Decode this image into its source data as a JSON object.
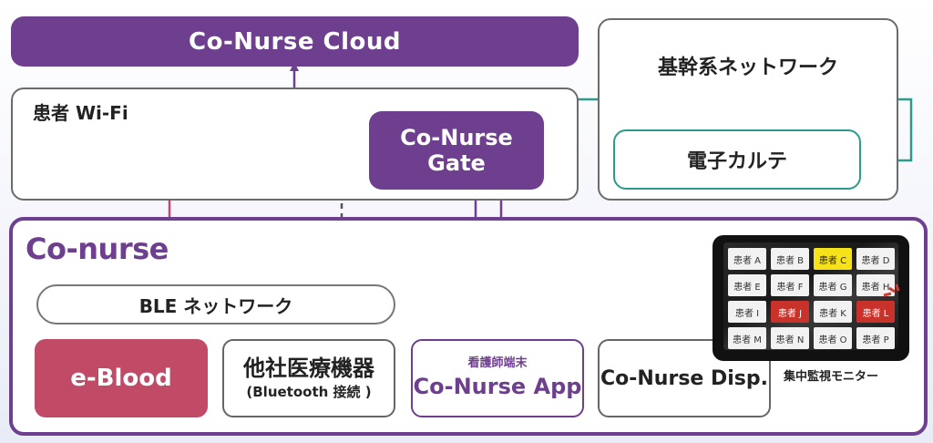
{
  "cloud": {
    "label": "Co-Nurse Cloud"
  },
  "backbone": {
    "title": "基幹系ネットワーク",
    "ehr": "電子カルテ"
  },
  "wifi": {
    "label": "患者 Wi-Fi"
  },
  "gate": {
    "label": "Co-Nurse Gate"
  },
  "conurse": {
    "title": "Co-nurse",
    "ble": "BLE ネットワーク",
    "eblood": "e-Blood",
    "other_devices": {
      "line1": "他社医療機器",
      "line2": "(Bluetooth 接続 )"
    },
    "app": {
      "caption": "看護師端末",
      "label": "Co-Nurse App"
    },
    "disp": "Co-Nurse Disp."
  },
  "monitor": {
    "label": "集中監視モニター",
    "patients": [
      {
        "label": "患者 A",
        "status": "normal"
      },
      {
        "label": "患者 B",
        "status": "normal"
      },
      {
        "label": "患者 C",
        "status": "warning"
      },
      {
        "label": "患者 D",
        "status": "normal"
      },
      {
        "label": "患者 E",
        "status": "normal"
      },
      {
        "label": "患者 F",
        "status": "normal"
      },
      {
        "label": "患者 G",
        "status": "normal"
      },
      {
        "label": "患者 H",
        "status": "normal"
      },
      {
        "label": "患者 I",
        "status": "normal"
      },
      {
        "label": "患者 J",
        "status": "alert"
      },
      {
        "label": "患者 K",
        "status": "normal"
      },
      {
        "label": "患者 L",
        "status": "alert"
      },
      {
        "label": "患者 M",
        "status": "normal"
      },
      {
        "label": "患者 N",
        "status": "normal"
      },
      {
        "label": "患者 O",
        "status": "normal"
      },
      {
        "label": "患者 P",
        "status": "normal"
      }
    ]
  },
  "colors": {
    "purple": "#6e3f8e",
    "teal": "#2e9a8c",
    "crimson": "#c14a67",
    "gray": "#555555"
  }
}
